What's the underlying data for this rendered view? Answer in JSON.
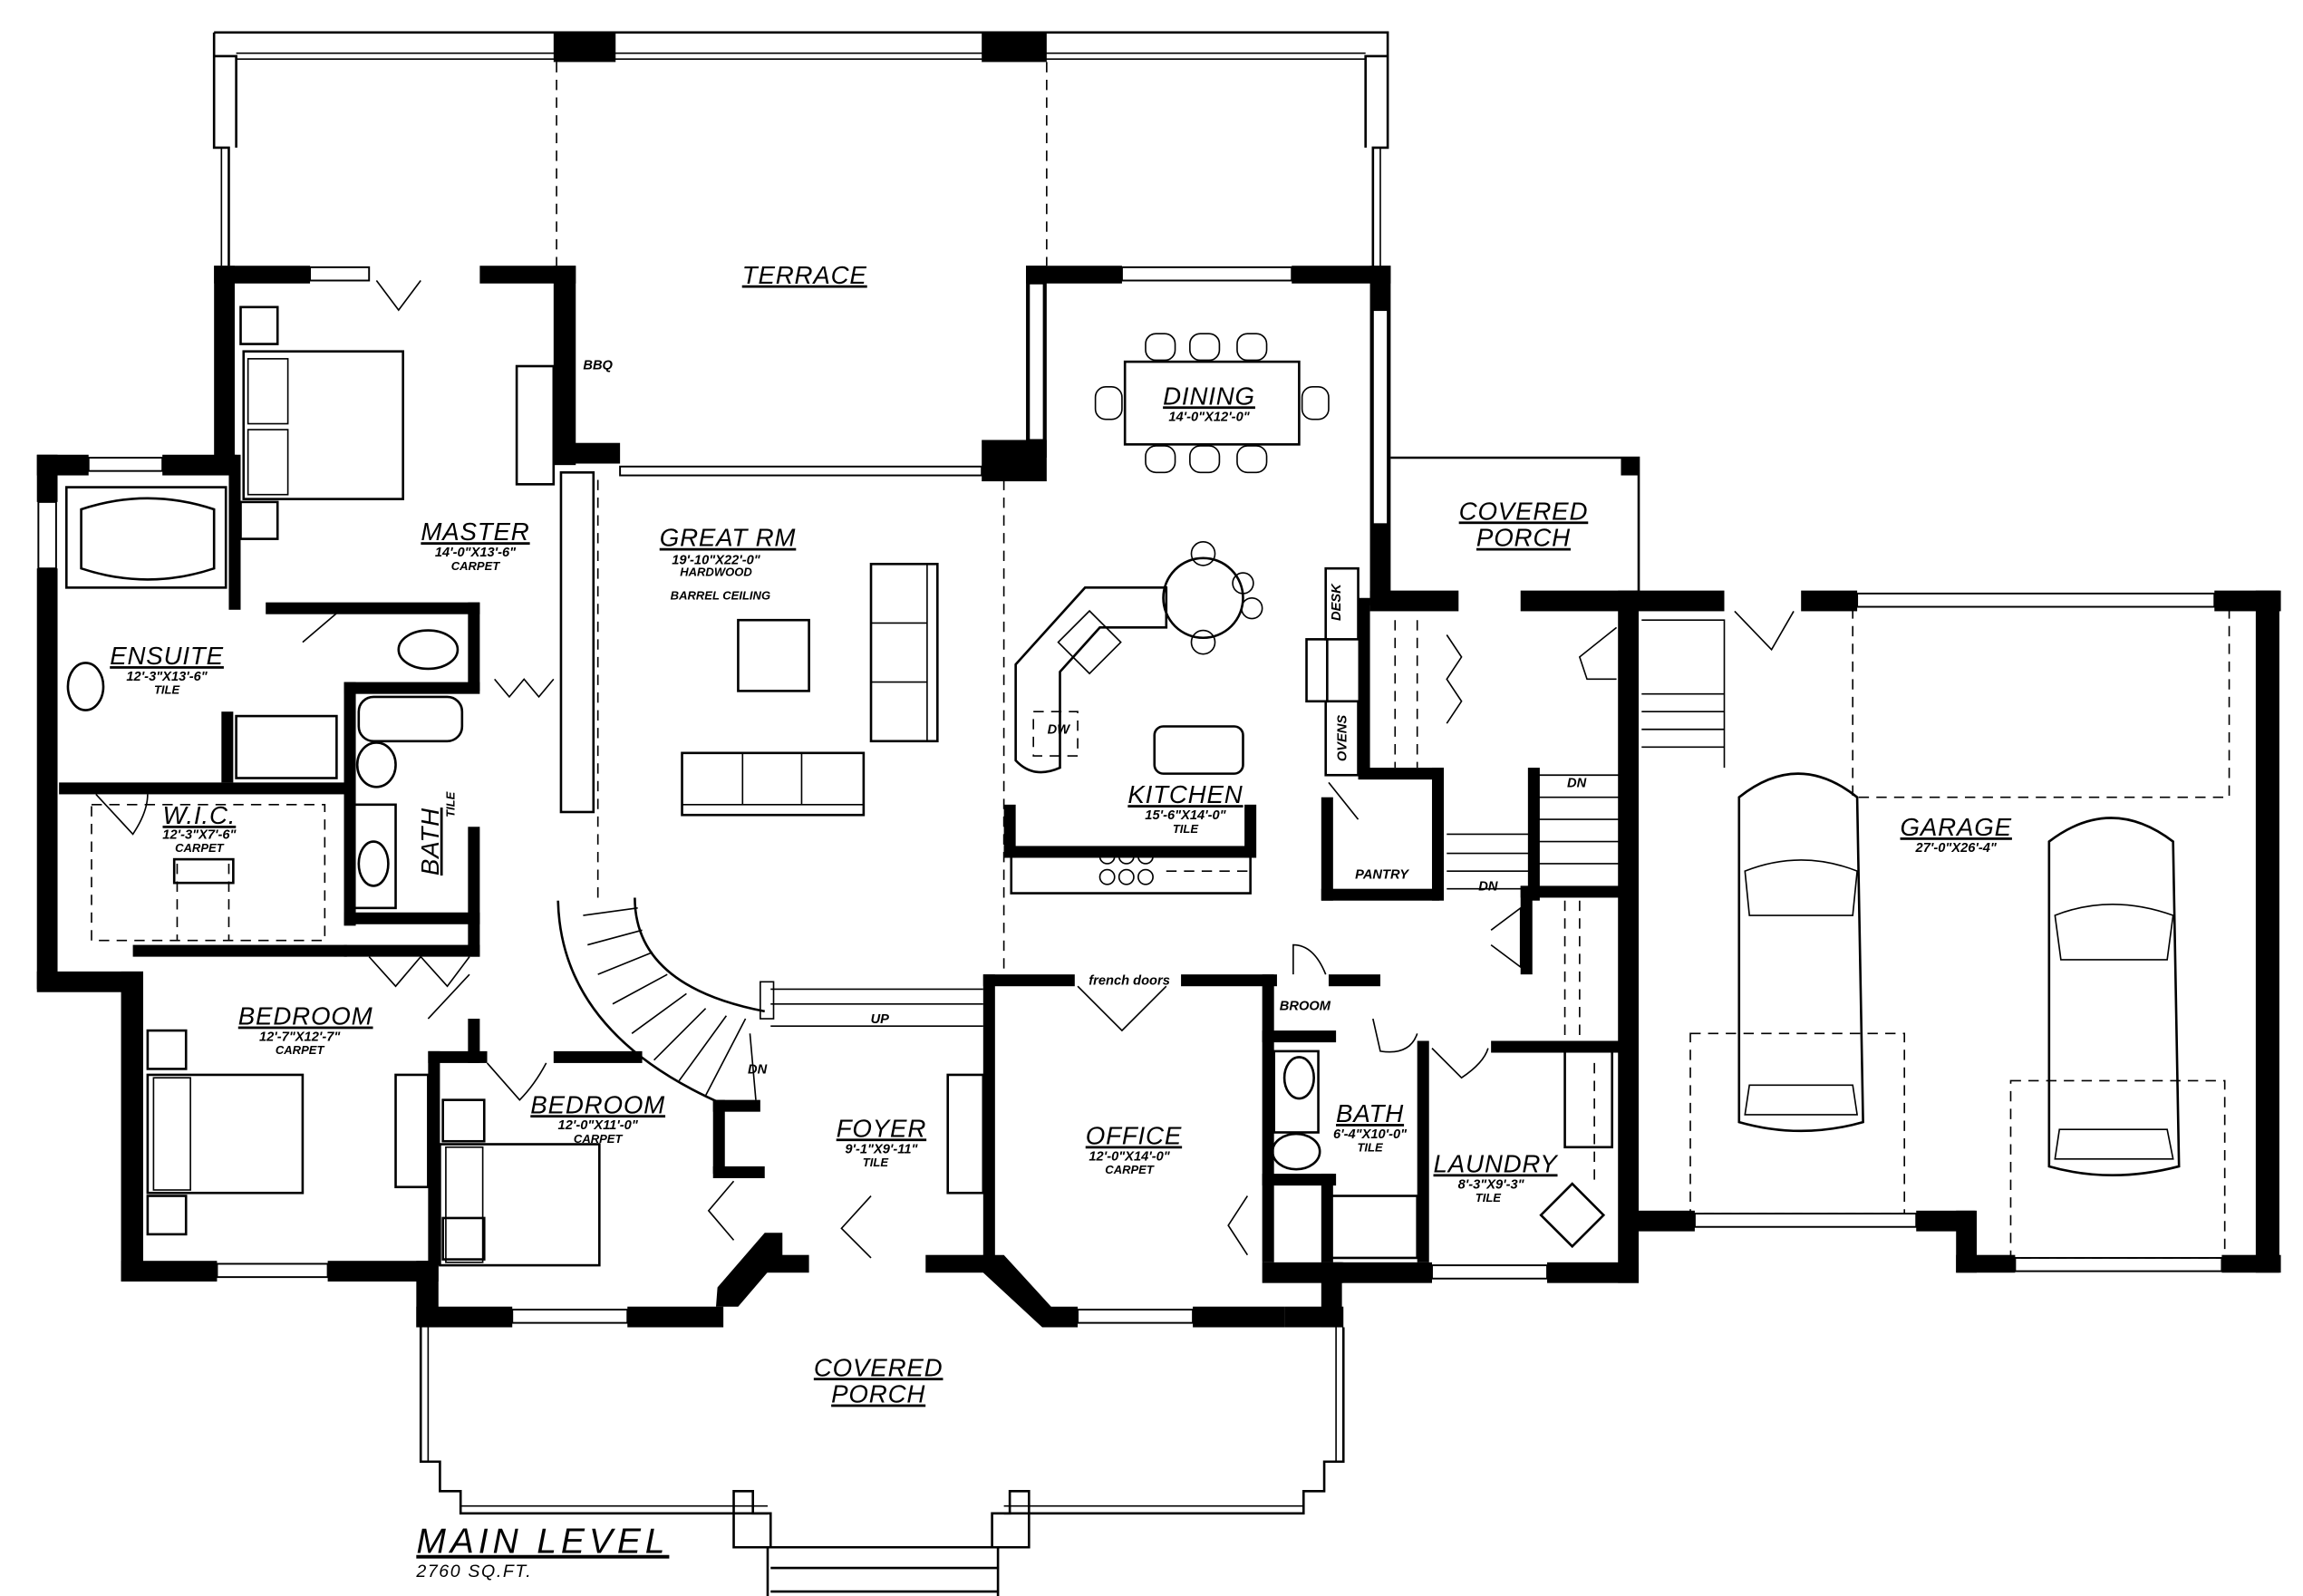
{
  "plan": {
    "title": "MAIN LEVEL",
    "area": "2760 SQ.FT."
  },
  "rooms": {
    "terrace": {
      "name": "TERRACE"
    },
    "master": {
      "name": "MASTER",
      "dim": "14'-0\"X13'-6\"",
      "floor": "CARPET"
    },
    "ensuite": {
      "name": "ENSUITE",
      "dim": "12'-3\"X13'-6\"",
      "floor": "TILE"
    },
    "wic": {
      "name": "W.I.C.",
      "dim": "12'-3\"X7'-6\"",
      "floor": "CARPET"
    },
    "bath1": {
      "name": "BATH",
      "floor": "TILE"
    },
    "great_rm": {
      "name": "GREAT RM",
      "dim": "19'-10\"X22'-0\"",
      "floor": "HARDWOOD",
      "note": "BARREL CEILING"
    },
    "dining": {
      "name": "DINING",
      "dim": "14'-0\"X12'-0\""
    },
    "kitchen": {
      "name": "KITCHEN",
      "dim": "15'-6\"X14'-0\"",
      "floor": "TILE"
    },
    "covered_porch_rear": {
      "line1": "COVERED",
      "line2": "PORCH"
    },
    "garage": {
      "name": "GARAGE",
      "dim": "27'-0\"X26'-4\""
    },
    "bedroom1": {
      "name": "BEDROOM",
      "dim": "12'-7\"X12'-7\"",
      "floor": "CARPET"
    },
    "bedroom2": {
      "name": "BEDROOM",
      "dim": "12'-0\"X11'-0\"",
      "floor": "CARPET"
    },
    "foyer": {
      "name": "FOYER",
      "dim": "9'-1\"X9'-11\"",
      "floor": "TILE"
    },
    "office": {
      "name": "OFFICE",
      "dim": "12'-0\"X14'-0\"",
      "floor": "CARPET"
    },
    "bath2": {
      "name": "BATH",
      "dim": "6'-4\"X10'-0\"",
      "floor": "TILE"
    },
    "laundry": {
      "name": "LAUNDRY",
      "dim": "8'-3\"X9'-3\"",
      "floor": "TILE"
    },
    "covered_porch_front": {
      "line1": "COVERED",
      "line2": "PORCH"
    }
  },
  "labels": {
    "bbq": "BBQ",
    "desk": "DESK",
    "ovens": "OVENS",
    "dw": "DW",
    "pantry": "PANTRY",
    "broom": "BROOM",
    "french_doors": "french doors",
    "up": "UP",
    "dn_stair_main": "DN",
    "dn_stair_top": "DN",
    "dn_stair_bottom": "DN"
  }
}
